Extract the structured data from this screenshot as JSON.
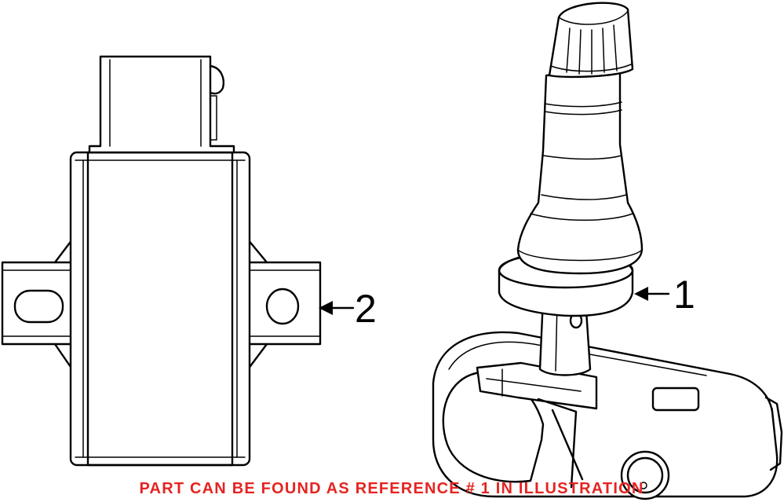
{
  "callouts": [
    {
      "label": "1",
      "part": "tire-pressure-sensor"
    },
    {
      "label": "2",
      "part": "tpms-control-module"
    }
  ],
  "caption": {
    "text": "PART CAN BE FOUND AS REFERENCE # 1 IN ILLUSTRATION",
    "color": "#e52421"
  },
  "colors": {
    "line": "#000000",
    "background": "#ffffff"
  }
}
